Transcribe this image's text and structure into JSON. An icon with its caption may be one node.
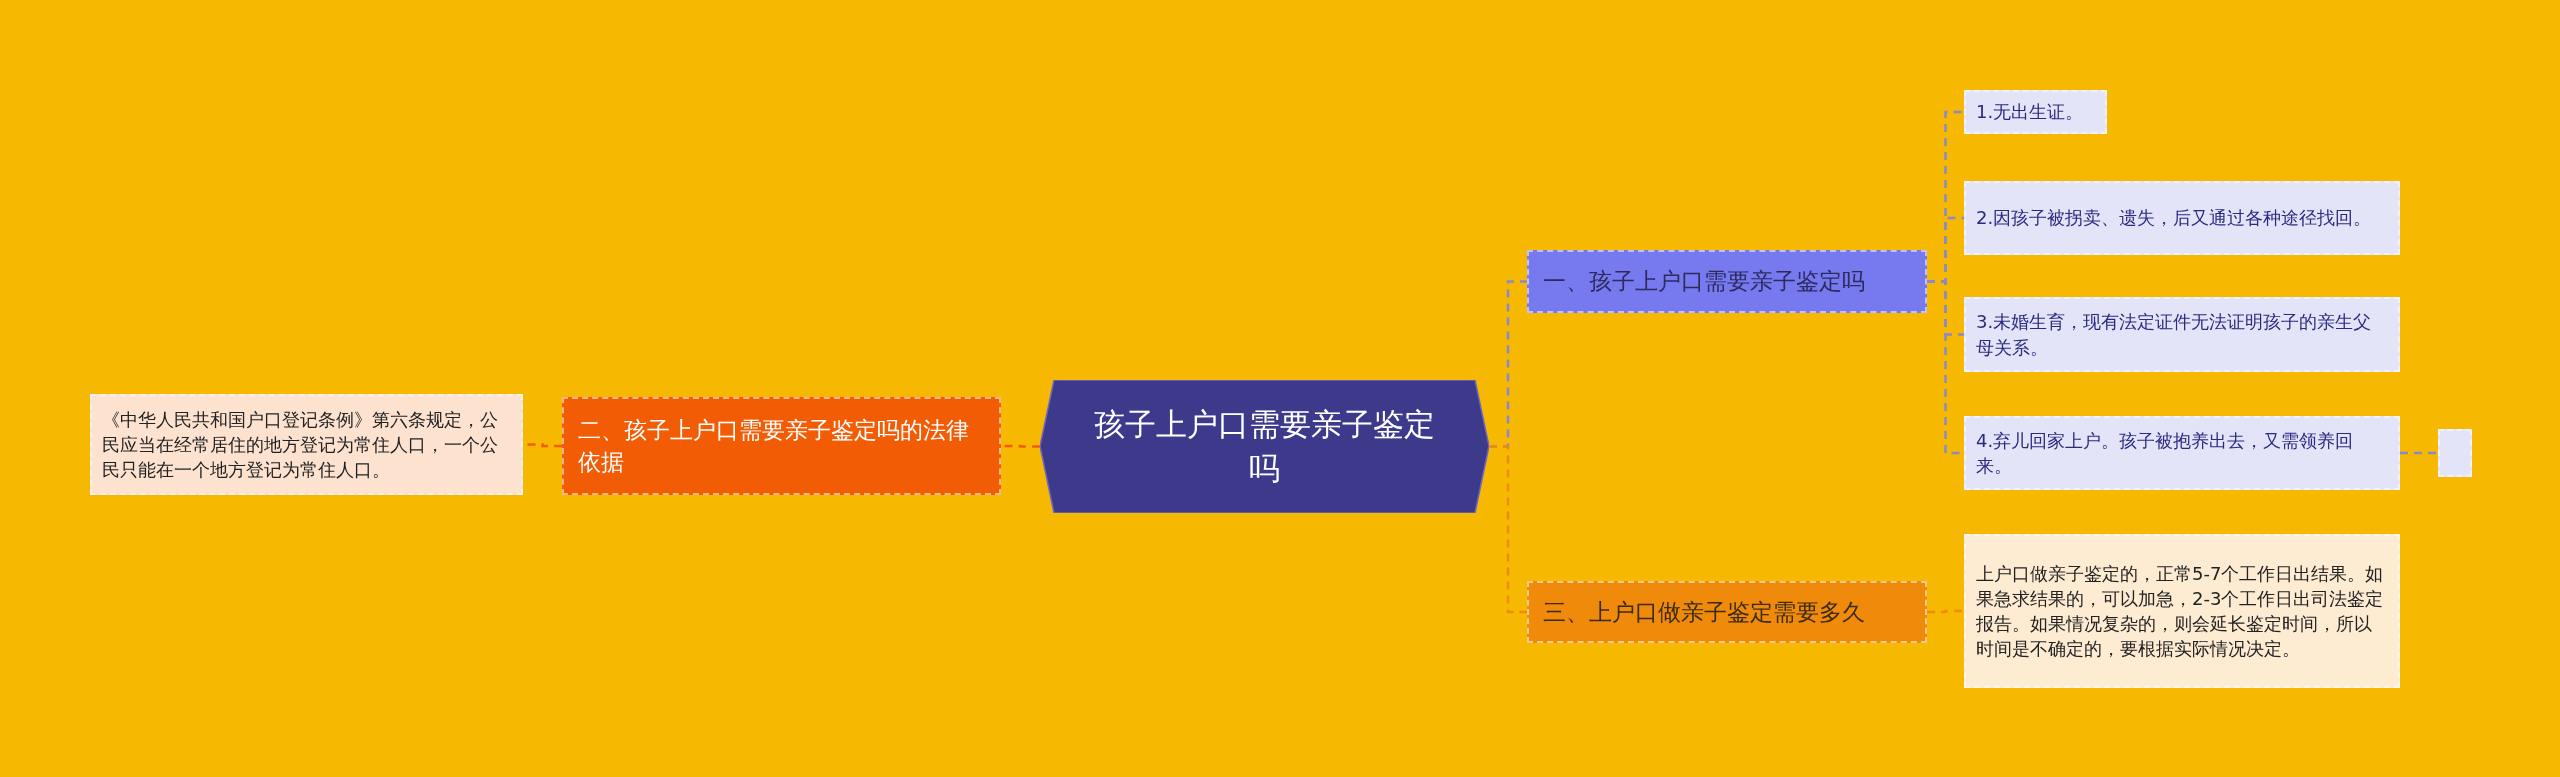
{
  "diagram": {
    "nodes": [
      {
        "text": [
          "孩子上户口需要亲子鉴定吗"
        ]
      },
      {
        "text": [
          "一、孩子上户口需要亲子鉴定吗"
        ]
      },
      {
        "text": [
          "1.无出生证。"
        ]
      },
      {
        "text": [
          "2.因孩子被拐卖、遗失，后又通过各种途径找回。"
        ]
      },
      {
        "text": [
          "3.未婚生育，现有法定证件无法证明孩子的亲生父母关系。"
        ]
      },
      {
        "text": [
          "4.弃儿回家上户。孩子被抱养出去，又需领养回来。"
        ]
      },
      {
        "text": [],
        "shape": "box"
      },
      {
        "text": [
          "二、孩子上户口需要亲子鉴定吗的法律依据"
        ]
      },
      {
        "text": [
          "《中华人民共和国户口登记条例》第六条规定，公民应当在经常居住的地方登记为常住人口，一个公民只能在一个地方登记为常住人口。"
        ]
      },
      {
        "text": [
          "三、上户口做亲子鉴定需要多久"
        ]
      },
      {
        "text": [
          "上户口做亲子鉴定的，正常5-7个工作日出结果。如果急求结果的，可以加急，2-3个工作日出司法鉴定报告。如果情况复杂的，则会延长鉴定时间，所以时间是不确定的，要根据实际情况决定。"
        ]
      }
    ],
    "edges": [
      {
        "from": 0,
        "to": 1,
        "arrow": "none",
        "style": "dashed"
      },
      {
        "from": 1,
        "to": 2,
        "arrow": "none",
        "style": "dashed"
      },
      {
        "from": 1,
        "to": 3,
        "arrow": "none",
        "style": "dashed"
      },
      {
        "from": 1,
        "to": 4,
        "arrow": "none",
        "style": "dashed"
      },
      {
        "from": 1,
        "to": 5,
        "arrow": "none",
        "style": "dashed"
      },
      {
        "from": 5,
        "to": 6,
        "arrow": "none",
        "style": "dashed"
      },
      {
        "from": 0,
        "to": 7,
        "arrow": "none",
        "style": "dashed",
        "color": "#f25c05"
      },
      {
        "from": 7,
        "to": 8,
        "arrow": "none",
        "style": "dashed",
        "color": "#f25c05"
      },
      {
        "from": 0,
        "to": 9,
        "arrow": "none",
        "style": "dashed",
        "color": "#f08a0a"
      },
      {
        "from": 9,
        "to": 10,
        "arrow": "none",
        "style": "dashed",
        "color": "#f08a0a"
      }
    ]
  }
}
